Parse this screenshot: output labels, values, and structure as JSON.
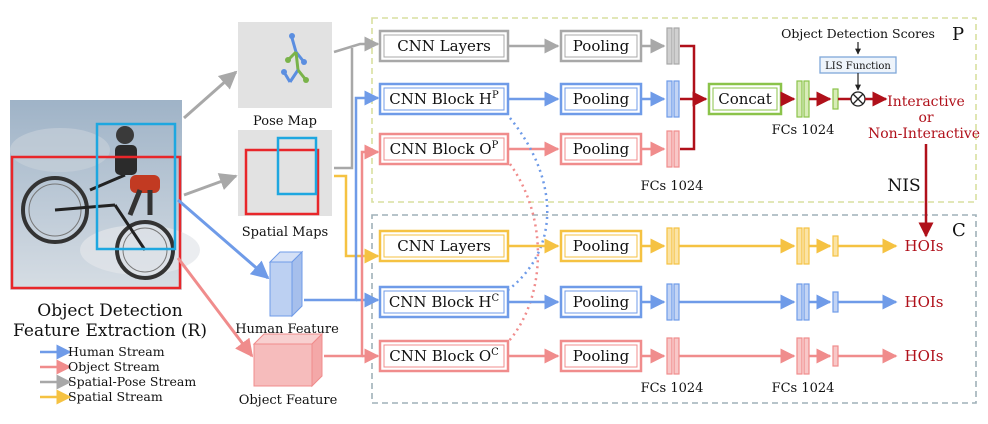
{
  "figure": {
    "input_section_label": [
      "Object Detection",
      "Feature Extraction (R)"
    ],
    "pose_map_label": "Pose Map",
    "spatial_maps_label": "Spatial Maps",
    "human_feature_label": "Human Feature",
    "object_feature_label": "Object Feature",
    "panel_p_label": "P",
    "panel_c_label": "C",
    "nis_label": "NIS",
    "object_detection_scores_label": "Object Detection Scores",
    "lis_function_label": "LIS Function",
    "otimes_symbol": "⊗",
    "interactive_label": [
      "Interactive",
      "or",
      "Non-Interactive"
    ],
    "concat_label": "Concat",
    "fcs_p_label_1": "FCs 1024",
    "fcs_p_label_2": "FCs 1024",
    "fcs_c_label_1": "FCs 1024",
    "fcs_c_label_2": "FCs 1024",
    "p_rows": [
      {
        "block": "CNN Layers",
        "sup": "",
        "pool": "Pooling"
      },
      {
        "block": "CNN Block H",
        "sup": "P",
        "pool": "Pooling"
      },
      {
        "block": "CNN Block O",
        "sup": "P",
        "pool": "Pooling"
      }
    ],
    "c_rows": [
      {
        "block": "CNN Layers",
        "sup": "",
        "pool": "Pooling",
        "out": "HOIs"
      },
      {
        "block": "CNN Block H",
        "sup": "C",
        "pool": "Pooling",
        "out": "HOIs"
      },
      {
        "block": "CNN Block O",
        "sup": "C",
        "pool": "Pooling",
        "out": "HOIs"
      }
    ]
  },
  "legend": [
    {
      "label": "Human Stream",
      "color": "#6f9be8"
    },
    {
      "label": "Object   Stream",
      "color": "#f08c8c"
    },
    {
      "label": "Spatial-Pose Stream",
      "color": "#a8a8a8"
    },
    {
      "label": "Spatial Stream",
      "color": "#f5c242"
    }
  ],
  "colors": {
    "human": "#6f9be8",
    "object": "#f08c8c",
    "pose": "#a8a8a8",
    "spatial": "#f5c242",
    "concat": "#8bc34a",
    "dark_red": "#b0101a",
    "panel_p_border": "#d8dfa0",
    "panel_c_border": "#9fb0b8"
  },
  "icons": [
    "photo-bmx-rider",
    "pose-skeleton-icon",
    "arrow-icon",
    "otimes-icon"
  ]
}
